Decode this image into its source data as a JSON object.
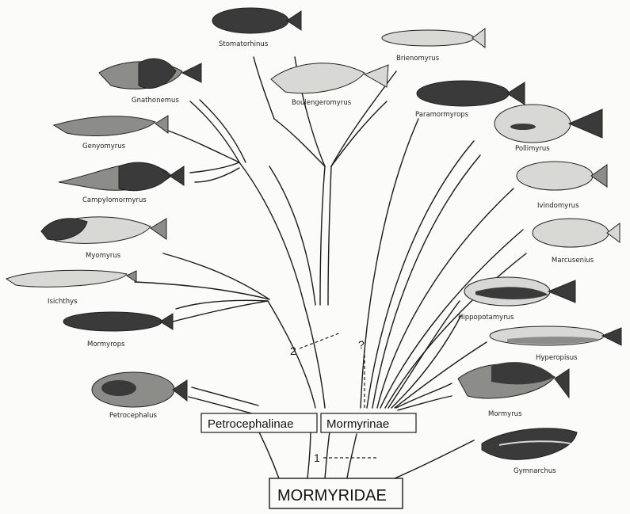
{
  "family": "MORMYRIDAE",
  "subfamilies": {
    "left": "Petrocephalinae",
    "right": "Mormyrinae"
  },
  "markers": {
    "node1": "1",
    "node2": "2",
    "uncertain": "?"
  },
  "genera": [
    {
      "key": "stomatorhinus",
      "label": "Stomatorhinus",
      "tone": "dark"
    },
    {
      "key": "brienomyrus",
      "label": "Brienomyrus",
      "tone": "light"
    },
    {
      "key": "gnathonemus",
      "label": "Gnathonemus",
      "tone": "mixed"
    },
    {
      "key": "boulengeromyrus",
      "label": "Boulengeromyrus",
      "tone": "light"
    },
    {
      "key": "paramormyrops",
      "label": "Paramormyrops",
      "tone": "dark"
    },
    {
      "key": "pollimyrus",
      "label": "Pollimyrus",
      "tone": "light"
    },
    {
      "key": "genyomyrus",
      "label": "Genyomyrus",
      "tone": "mixed"
    },
    {
      "key": "campylomormyrus",
      "label": "Campylomormyrus",
      "tone": "mixed"
    },
    {
      "key": "ivindomyrus",
      "label": "Ivindomyrus",
      "tone": "light"
    },
    {
      "key": "myomyrus",
      "label": "Myomyrus",
      "tone": "mixed"
    },
    {
      "key": "marcusenius",
      "label": "Marcusenius",
      "tone": "light"
    },
    {
      "key": "isichthys",
      "label": "Isichthys",
      "tone": "light"
    },
    {
      "key": "hippopotamyrus",
      "label": "Hippopotamyrus",
      "tone": "mixed"
    },
    {
      "key": "mormyrops",
      "label": "Mormyrops",
      "tone": "dark"
    },
    {
      "key": "hyperopisus",
      "label": "Hyperopisus",
      "tone": "light"
    },
    {
      "key": "petrocephalus",
      "label": "Petrocephalus",
      "tone": "mixed"
    },
    {
      "key": "mormyrus",
      "label": "Mormyrus",
      "tone": "mixed"
    },
    {
      "key": "gymnarchus",
      "label": "Gymnarchus",
      "tone": "dark"
    }
  ],
  "colors": {
    "ink": "#1a1a1a",
    "paper": "#fbfbf9",
    "fish_dark": "#3a3a3a",
    "fish_light": "#d8d8d4",
    "fish_mixed": "#8c8c88"
  }
}
